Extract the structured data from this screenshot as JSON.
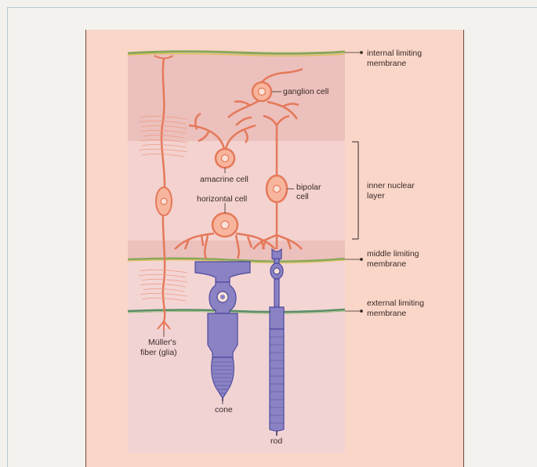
{
  "labels": {
    "ilm_1": "internal limiting",
    "ilm_2": "membrane",
    "ganglion": "ganglion cell",
    "inl_1": "inner nuclear",
    "inl_2": "layer",
    "amacrine": "amacrine cell",
    "bipolar_1": "bipolar",
    "bipolar_2": "cell",
    "horizontal": "horizontal cell",
    "mlm_1": "middle limiting",
    "mlm_2": "membrane",
    "elm_1": "external limiting",
    "elm_2": "membrane",
    "muller_1": "Müller's",
    "muller_2": "fiber (glia)",
    "cone": "cone",
    "rod": "rod"
  },
  "colors": {
    "background": "#f3f2ee",
    "panel": "#f9d6c8",
    "band_dark": "#ecc0bc",
    "band_light": "#f3d2cf",
    "cell_orange": "#f08a6a",
    "cell_fill": "#f8b59d",
    "photoreceptor": "#8a82c2",
    "membrane_green": "#8aa75a"
  },
  "icons": {
    "cells": [
      "muller-glia-icon",
      "ganglion-cell-icon",
      "amacrine-cell-icon",
      "bipolar-cell-icon",
      "horizontal-cell-icon",
      "cone-photoreceptor-icon",
      "rod-photoreceptor-icon"
    ]
  }
}
